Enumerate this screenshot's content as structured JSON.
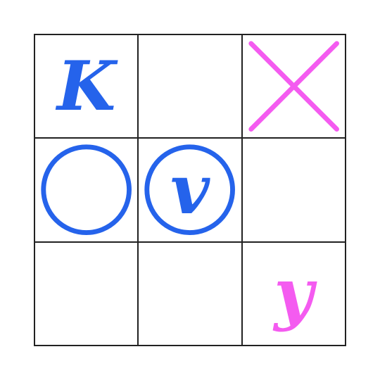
{
  "colors": {
    "blue": "#2563eb",
    "pink": "#f45bf0",
    "grid": "#222222",
    "background": "#ffffff"
  },
  "board": {
    "rows": 3,
    "cols": 3,
    "cells": [
      {
        "row": 0,
        "col": 0,
        "mark": "letter",
        "text": "K",
        "color": "blue"
      },
      {
        "row": 0,
        "col": 1,
        "mark": "empty"
      },
      {
        "row": 0,
        "col": 2,
        "mark": "x",
        "color": "pink"
      },
      {
        "row": 1,
        "col": 0,
        "mark": "o",
        "color": "blue"
      },
      {
        "row": 1,
        "col": 1,
        "mark": "o-letter",
        "text": "v",
        "color": "blue"
      },
      {
        "row": 1,
        "col": 2,
        "mark": "empty"
      },
      {
        "row": 2,
        "col": 0,
        "mark": "empty"
      },
      {
        "row": 2,
        "col": 1,
        "mark": "empty"
      },
      {
        "row": 2,
        "col": 2,
        "mark": "letter",
        "text": "y",
        "color": "pink"
      }
    ]
  }
}
